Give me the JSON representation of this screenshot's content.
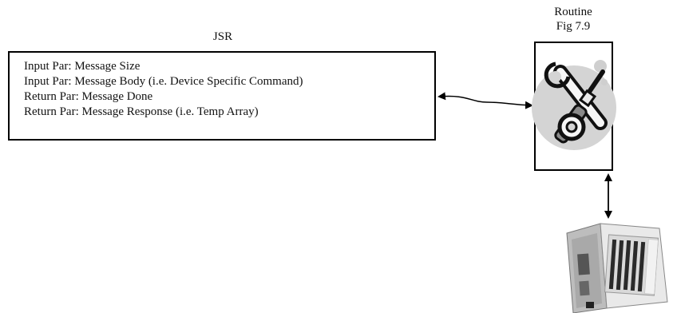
{
  "jsr": {
    "title": "JSR",
    "params": [
      {
        "text": "Input Par:  Message Size"
      },
      {
        "text": "Input Par:  Message Body (i.e. Device Specific Command)"
      },
      {
        "text": "Return Par:  Message Done"
      },
      {
        "text": "Return Par:  Message Response (i.e. Temp Array)"
      }
    ]
  },
  "routine": {
    "title_line1": "Routine",
    "title_line2": "Fig 7.9",
    "icon": "tools-icon"
  },
  "device": {
    "icon": "plc-module-icon"
  },
  "connectors": {
    "jsr_to_routine": "bidirectional-arrow",
    "routine_to_device": "bidirectional-arrow"
  }
}
